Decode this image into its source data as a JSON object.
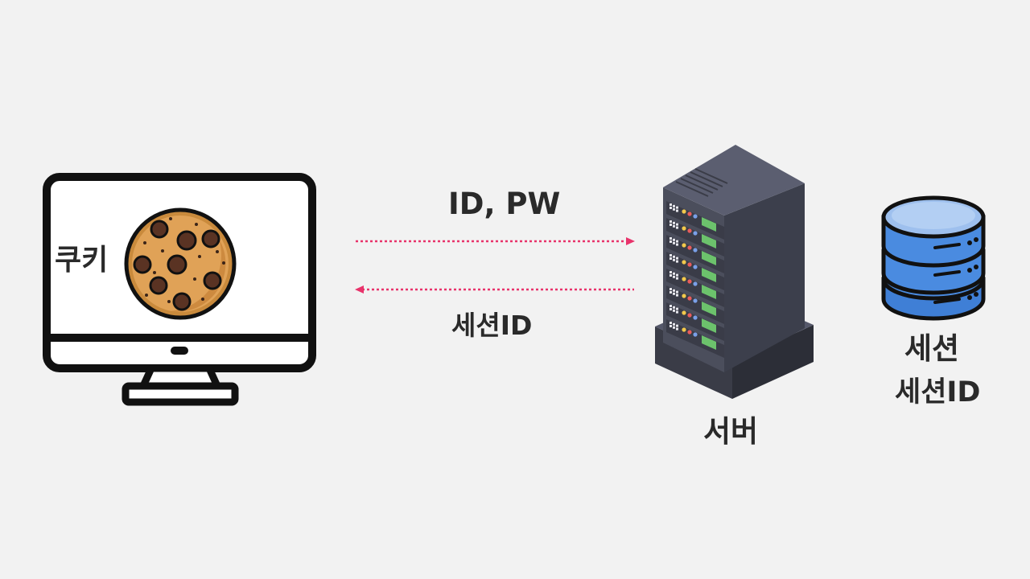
{
  "diagram": {
    "request_label": "ID, PW",
    "response_label": "세션ID",
    "client": {
      "cookie_label": "쿠키",
      "icon": "desktop-monitor-icon",
      "cookie_icon": "cookie-icon"
    },
    "server": {
      "label": "서버",
      "icon": "server-rack-icon"
    },
    "session_store": {
      "label": "세션",
      "sub_label": "세션ID",
      "icon": "database-icon"
    },
    "colors": {
      "arrow": "#e8336b",
      "text": "#2a2a2a",
      "background": "#f2f2f2",
      "database": "#4a8be0",
      "server": "#4b4e5c"
    }
  }
}
